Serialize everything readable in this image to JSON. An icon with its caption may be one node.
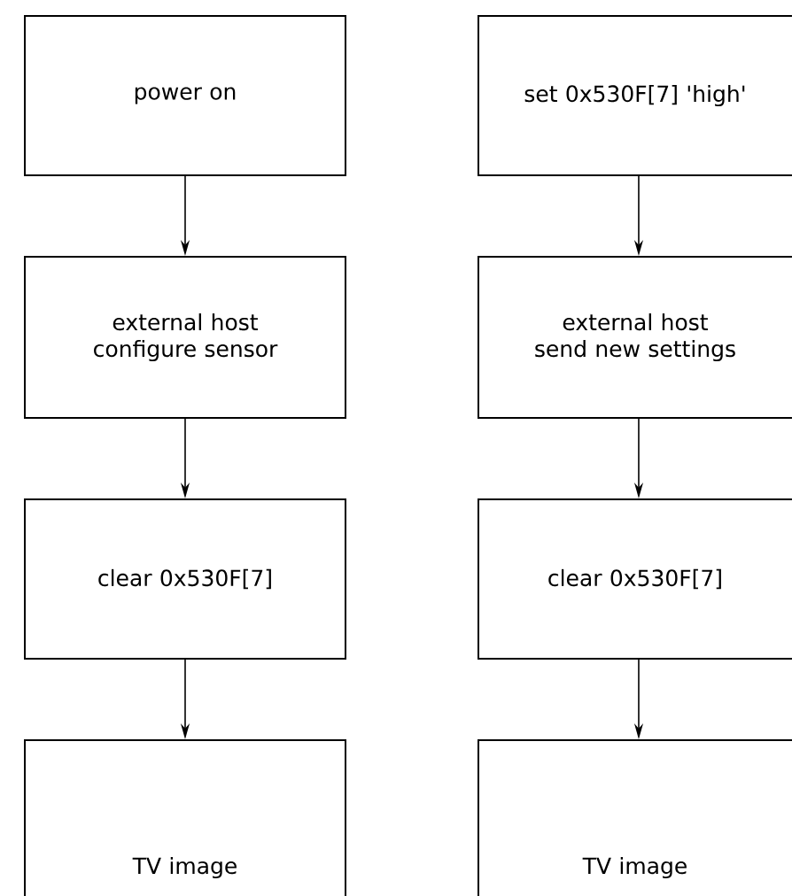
{
  "diagram": {
    "nodes": [
      {
        "text": [
          "power on"
        ]
      },
      {
        "text": [
          "external host configure sensor"
        ]
      },
      {
        "text": [
          "clear 0x530F[7]"
        ]
      },
      {
        "text": [
          "TV image"
        ]
      },
      {
        "text": [
          "set 0x530F[7] 'high'"
        ]
      },
      {
        "text": [
          "external host send new settings"
        ]
      },
      {
        "text": [
          "clear 0x530F[7]"
        ]
      },
      {
        "text": [
          "TV image"
        ]
      }
    ],
    "edges": [
      {
        "from": 0,
        "to": 1,
        "arrow": "to"
      },
      {
        "from": 1,
        "to": 2,
        "arrow": "to"
      },
      {
        "from": 2,
        "to": 3,
        "arrow": "to"
      },
      {
        "from": 4,
        "to": 5,
        "arrow": "to"
      },
      {
        "from": 5,
        "to": 6,
        "arrow": "to"
      },
      {
        "from": 6,
        "to": 7,
        "arrow": "to"
      }
    ]
  }
}
